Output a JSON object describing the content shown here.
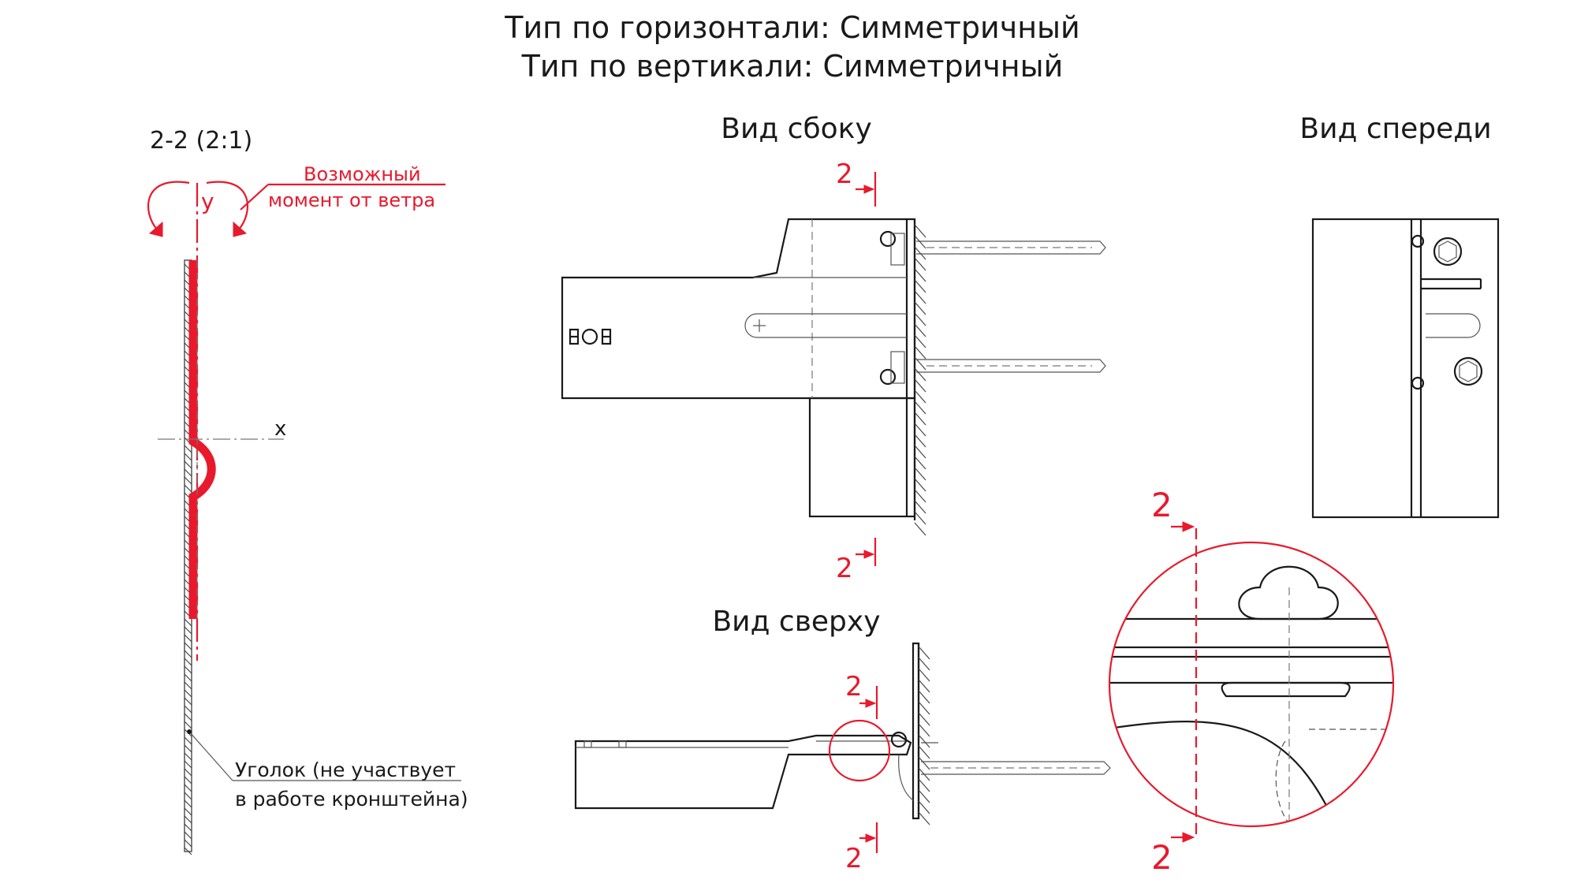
{
  "header": {
    "horizontal_type": "Тип по горизонтали: Симметричный",
    "vertical_type": "Тип по вертикали: Симметричный"
  },
  "section": {
    "title": "2-2 (2:1)",
    "axis_y": "y",
    "axis_x": "x",
    "wind_note_line1": "Возможный",
    "wind_note_line2": "момент от ветра",
    "angle_note_line1": "Уголок (не участвует",
    "angle_note_line2": "в работе кронштейна)"
  },
  "views": {
    "side": "Вид сбоку",
    "front": "Вид спереди",
    "top": "Вид сверху"
  },
  "section_marks": {
    "label": "2"
  },
  "colors": {
    "red": "#e8192c",
    "line": "#1a1a1a"
  }
}
